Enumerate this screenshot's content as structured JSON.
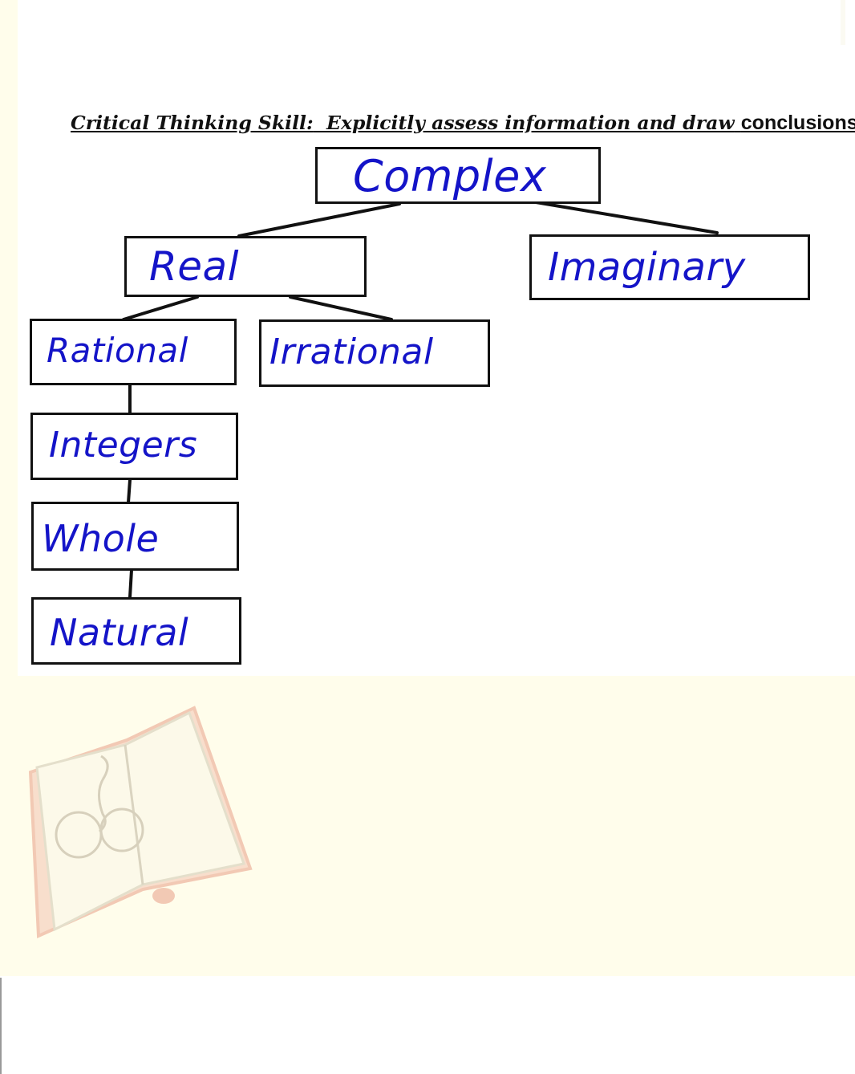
{
  "heading": {
    "prefix": "Critical Thinking Skill:",
    "middle": "Explicitly assess information and draw",
    "keyword": "conclusions"
  },
  "nodes": {
    "complex": "Complex",
    "real": "Real",
    "imaginary": "Imaginary",
    "rational": "Rational",
    "irrational": "Irrational",
    "integers": "Integers",
    "whole": "Whole",
    "natural": "Natural"
  },
  "colors": {
    "handwriting": "#1414c8",
    "box_border": "#111111",
    "cream_background": "#fffdeb",
    "book_cover": "#e8a088"
  },
  "icons": [
    "open-book-with-glasses-icon"
  ]
}
